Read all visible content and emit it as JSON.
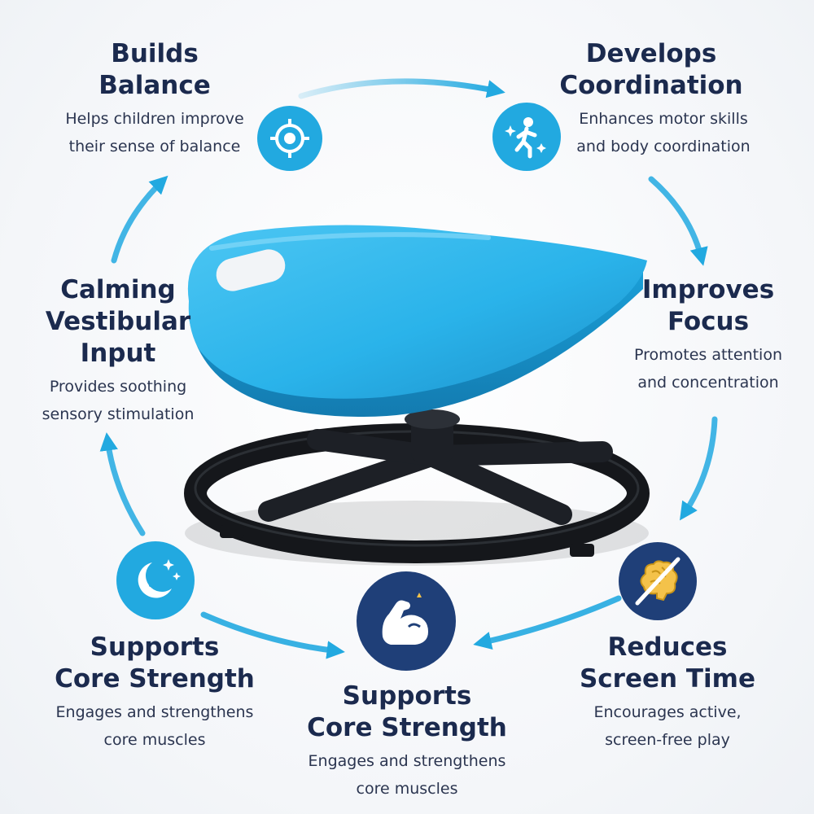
{
  "colors": {
    "accent": "#22a9e0",
    "navy": "#1b2a4e",
    "seat": "#2ab3ea",
    "base": "#15171b"
  },
  "features": [
    {
      "title_lines": [
        "Builds",
        "Balance"
      ],
      "desc_lines": [
        "Helps children improve",
        "their sense of balance"
      ],
      "icon": "target-icon"
    },
    {
      "title_lines": [
        "Develops",
        "Coordination"
      ],
      "desc_lines": [
        "Enhances motor skills",
        "and body coordination"
      ],
      "icon": "running-child-icon"
    },
    {
      "title_lines": [
        "Improves",
        "Focus"
      ],
      "desc_lines": [
        "Promotes attention",
        "and concentration"
      ],
      "icon": ""
    },
    {
      "title_lines": [
        "Calming",
        "Vestibular",
        "Input"
      ],
      "desc_lines": [
        "Provides soothing",
        "sensory stimulation"
      ],
      "icon": "moon-stars-icon"
    },
    {
      "title_lines": [
        "Supports",
        "Core Strength"
      ],
      "desc_lines": [
        "Engages and strengthens",
        "core muscles"
      ],
      "icon": ""
    },
    {
      "title_lines": [
        "Supports",
        "Core Strength"
      ],
      "desc_lines": [
        "Engages and strengthens",
        "core muscles"
      ],
      "icon": "flexed-arm-icon"
    },
    {
      "title_lines": [
        "Reduces",
        "Screen Time"
      ],
      "desc_lines": [
        "Encourages active,",
        "screen-free play"
      ],
      "icon": "brain-no-screen-icon"
    }
  ]
}
